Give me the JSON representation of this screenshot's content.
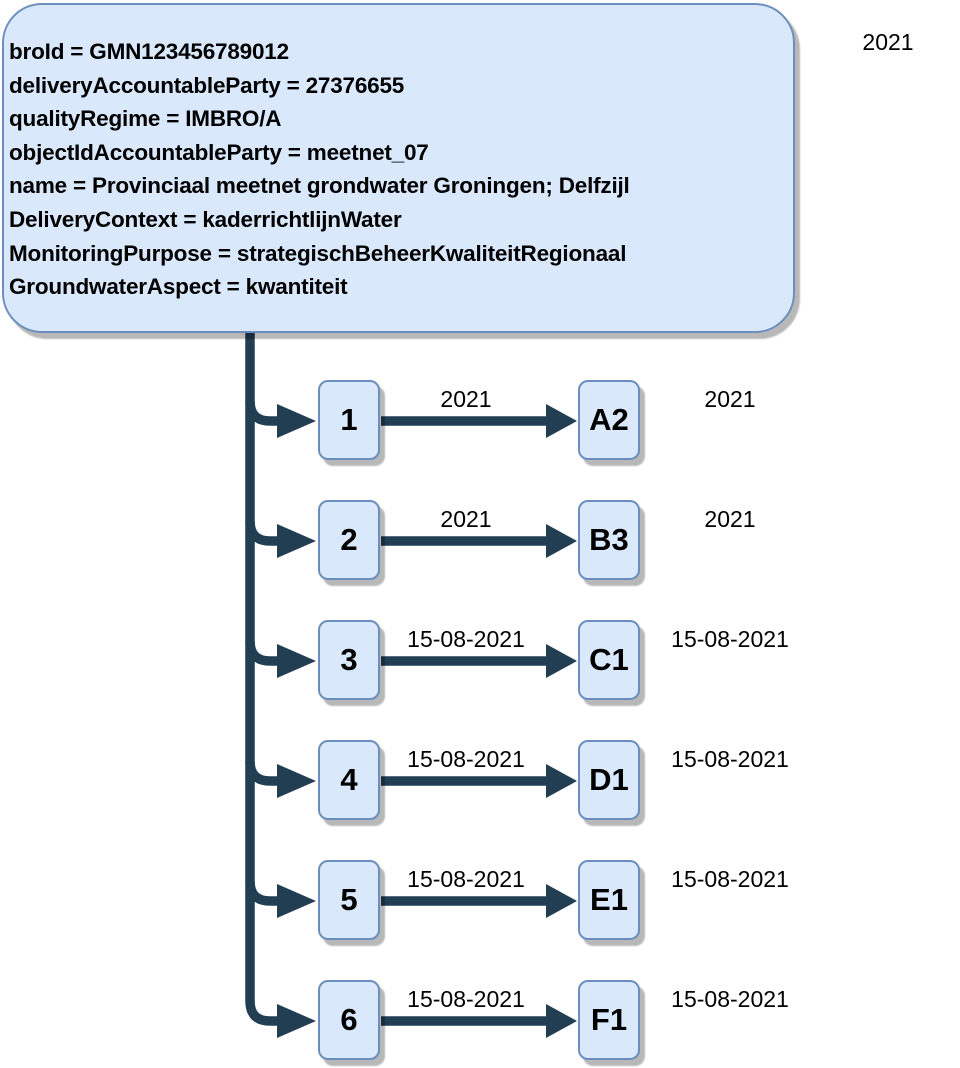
{
  "top_year": "2021",
  "gmn_box": {
    "lines": [
      "broId = GMN123456789012",
      "deliveryAccountableParty = 27376655",
      "qualityRegime = IMBRO/A",
      "objectIdAccountableParty = meetnet_07",
      "name = Provinciaal meetnet grondwater Groningen; Delfzijl",
      "DeliveryContext = kaderrichtlijnWater",
      "MonitoringPurpose = strategischBeheerKwaliteitRegionaal",
      "GroundwaterAspect = kwantiteit"
    ]
  },
  "rows": [
    {
      "num": "1",
      "edge_label": "2021",
      "target": "A2",
      "date": "2021"
    },
    {
      "num": "2",
      "edge_label": "2021",
      "target": "B3",
      "date": "2021"
    },
    {
      "num": "3",
      "edge_label": "15-08-2021",
      "target": "C1",
      "date": "15-08-2021"
    },
    {
      "num": "4",
      "edge_label": "15-08-2021",
      "target": "D1",
      "date": "15-08-2021"
    },
    {
      "num": "5",
      "edge_label": "15-08-2021",
      "target": "E1",
      "date": "15-08-2021"
    },
    {
      "num": "6",
      "edge_label": "15-08-2021",
      "target": "F1",
      "date": "15-08-2021"
    }
  ],
  "colors": {
    "node_fill": "#dae8fc",
    "node_stroke": "#6c8ebf",
    "edge": "#223e53",
    "text": "#000000"
  }
}
